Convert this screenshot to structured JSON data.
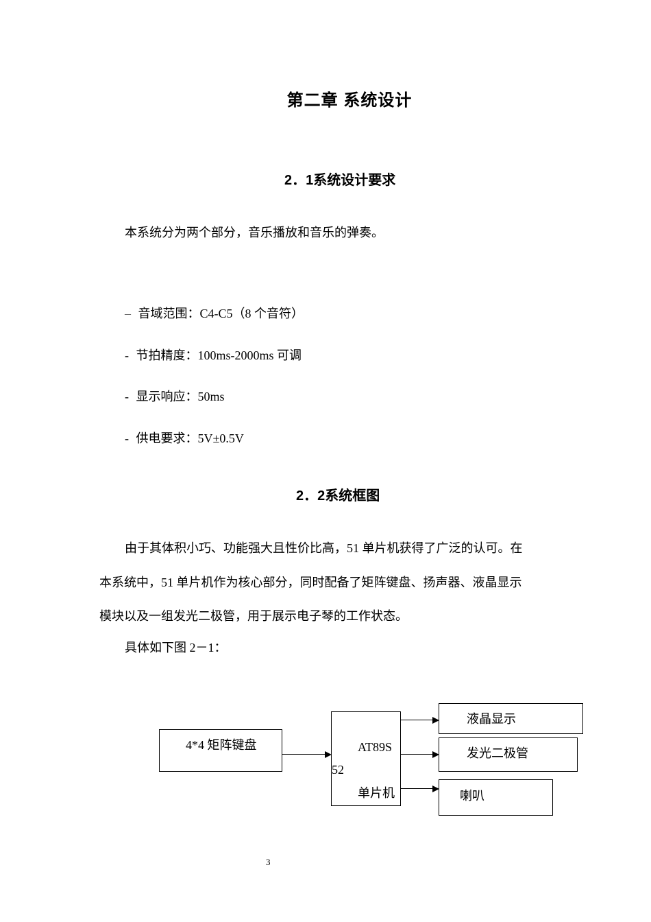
{
  "chapter_title": "第二章  系统设计",
  "section_1": {
    "heading": "2．1系统设计要求",
    "intro": "本系统分为两个部分，音乐播放和音乐的弹奏。",
    "requirements": [
      {
        "bullet": "–",
        "text": "音域范围：C4-C5（8 个音符）"
      },
      {
        "bullet": "-",
        "text": "节拍精度：100ms-2000ms 可调"
      },
      {
        "bullet": "-",
        "text": "显示响应：50ms"
      },
      {
        "bullet": "-",
        "text": "供电要求：5V±0.5V"
      }
    ]
  },
  "section_2": {
    "heading": "2．2系统框图",
    "paragraph_lines": [
      "由于其体积小巧、功能强大且性价比高，51 单片机获得了广泛的认可。在",
      "本系统中，51 单片机作为核心部分，同时配备了矩阵键盘、扬声器、液晶显示",
      "模块以及一组发光二极管，用于展示电子琴的工作状态。"
    ],
    "figure_ref": "具体如下图 2－1："
  },
  "diagram": {
    "input_block": "4*4 矩阵键盘",
    "mcu_line1": "AT89S",
    "mcu_line2": "52",
    "mcu_line3": "单片机",
    "outputs": [
      "液晶显示",
      "发光二极管",
      "喇叭"
    ]
  },
  "page_number": "3"
}
